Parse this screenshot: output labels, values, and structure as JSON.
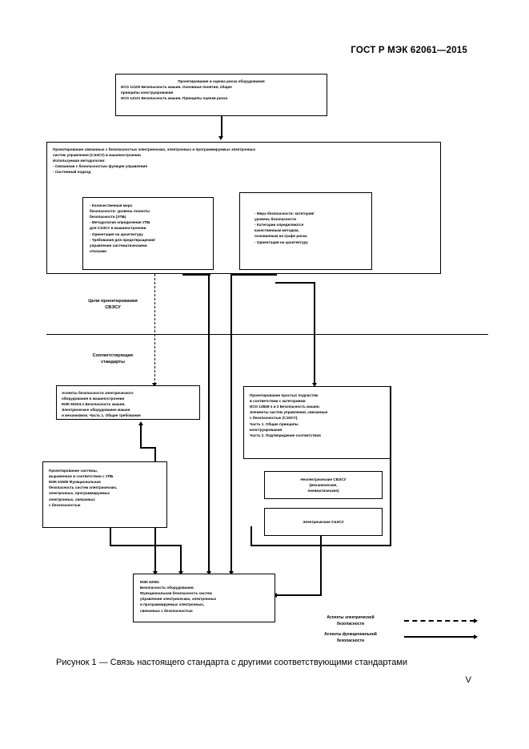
{
  "header": {
    "standard_title": "ГОСТ Р МЭК 62061—2015"
  },
  "figure": {
    "caption": "Рисунок 1 — Связь настоящего стандарта с другими соответствующими стандартами",
    "page_number": "V"
  },
  "boxes": {
    "top": {
      "name": "risk-assessment-box",
      "line1": "Проектирование и оценка риска оборудования",
      "line2": "ИСО 12100 Безопасность машин. Основные понятия, общие",
      "line3": "принципы конструирования",
      "line4": "ИСО 14121 Безопасность машин. Принципы оценки риска"
    },
    "sector": {
      "name": "sector-design-box",
      "line1": "Проектирование связанных с безопасностью электрических, электронных и программируемых электронных",
      "line2": "систем управления (СЭЗСУ) в машиностроении",
      "line3": "Используемая методология:",
      "line4": "- Связанная с безопасностью функция управления",
      "line5": "- Системный подход"
    },
    "inner_left": {
      "name": "quantitative-measures-box",
      "items": [
        "- Количественная мера",
        "  безопасности: уровень полноты",
        "  безопасности (УПБ)",
        "- Методология определения УПБ",
        "  для СЭЗСУ в машиностроении",
        "- Ориентация на архитектуру",
        "- Требования для предотвращения/",
        "  управления систематическими",
        "  отказами"
      ]
    },
    "inner_right": {
      "name": "categories-measures-box",
      "items": [
        "- Мера безопасности: категория/",
        "  уровень безопасности",
        "- Категории определяются",
        "  качественным методом,",
        "  основанным на графе риска",
        "- Ориентация на архитектуру"
      ]
    },
    "iec60204": {
      "name": "iec-60204-box",
      "line1": "Аспекты безопасности электрического",
      "line2": "оборудования в машиностроении",
      "line3": "МЭК 60204-1 Безопасность машин.",
      "line4": "Электрическое оборудование машин",
      "line5": "и механизмов. Часть 1. Общие требования"
    },
    "iec61508": {
      "name": "iec-61508-box",
      "line1": "Проектирование системы,",
      "line2": "выраженное в соответствии с УПБ",
      "line3": "МЭК 61508 Функциональная",
      "line4": "безопасность систем электрических,",
      "line5": "электронных, программируемых",
      "line6": "электронных, связанных",
      "line7": "с безопасностью"
    },
    "iso13849": {
      "name": "iso-13849-box",
      "line1": "Проектирование простых подсистем",
      "line2": "в соответствии с категориями",
      "line3": "ИСО 13849-1 и 2 Безопасность машин.",
      "line4": "Элементы систем управления, связанные",
      "line5": "с безопасностью (СЭЗСУ).",
      "line6": "Часть 1. Общие принципы",
      "line7": "конструирования",
      "line8": "Часть 2. Подтверждение соответствия"
    },
    "nonelectric": {
      "name": "non-electric-sczsu-box",
      "line1": "Неэлектрические СВЭСУ",
      "line2": "(механические,",
      "line3": "пневматические)"
    },
    "electric": {
      "name": "electric-sczsu-box",
      "line1": "Электрические СвЭСУ"
    },
    "bottom": {
      "name": "iec-62061-box",
      "line1": "МЭК 62061",
      "line2": "Безопасность оборудования.",
      "line3": "Функциональная безопасность систем",
      "line4": "управления электрических, электронных",
      "line5": "и программируемых электронных,",
      "line6": "связанных с безопасностью"
    }
  },
  "stage_labels": {
    "design_goals_l1": "Цели проектирования",
    "design_goals_l2": "СВЭСУ",
    "standards_l1": "Соответствующие",
    "standards_l2": "стандарты"
  },
  "legend": {
    "electrical_l1": "Аспекты электрической",
    "electrical_l2": "безопасности",
    "functional_l1": "Аспекты функциональной",
    "functional_l2": "безопасности"
  },
  "colors": {
    "ink": "#000000",
    "paper": "#ffffff"
  }
}
